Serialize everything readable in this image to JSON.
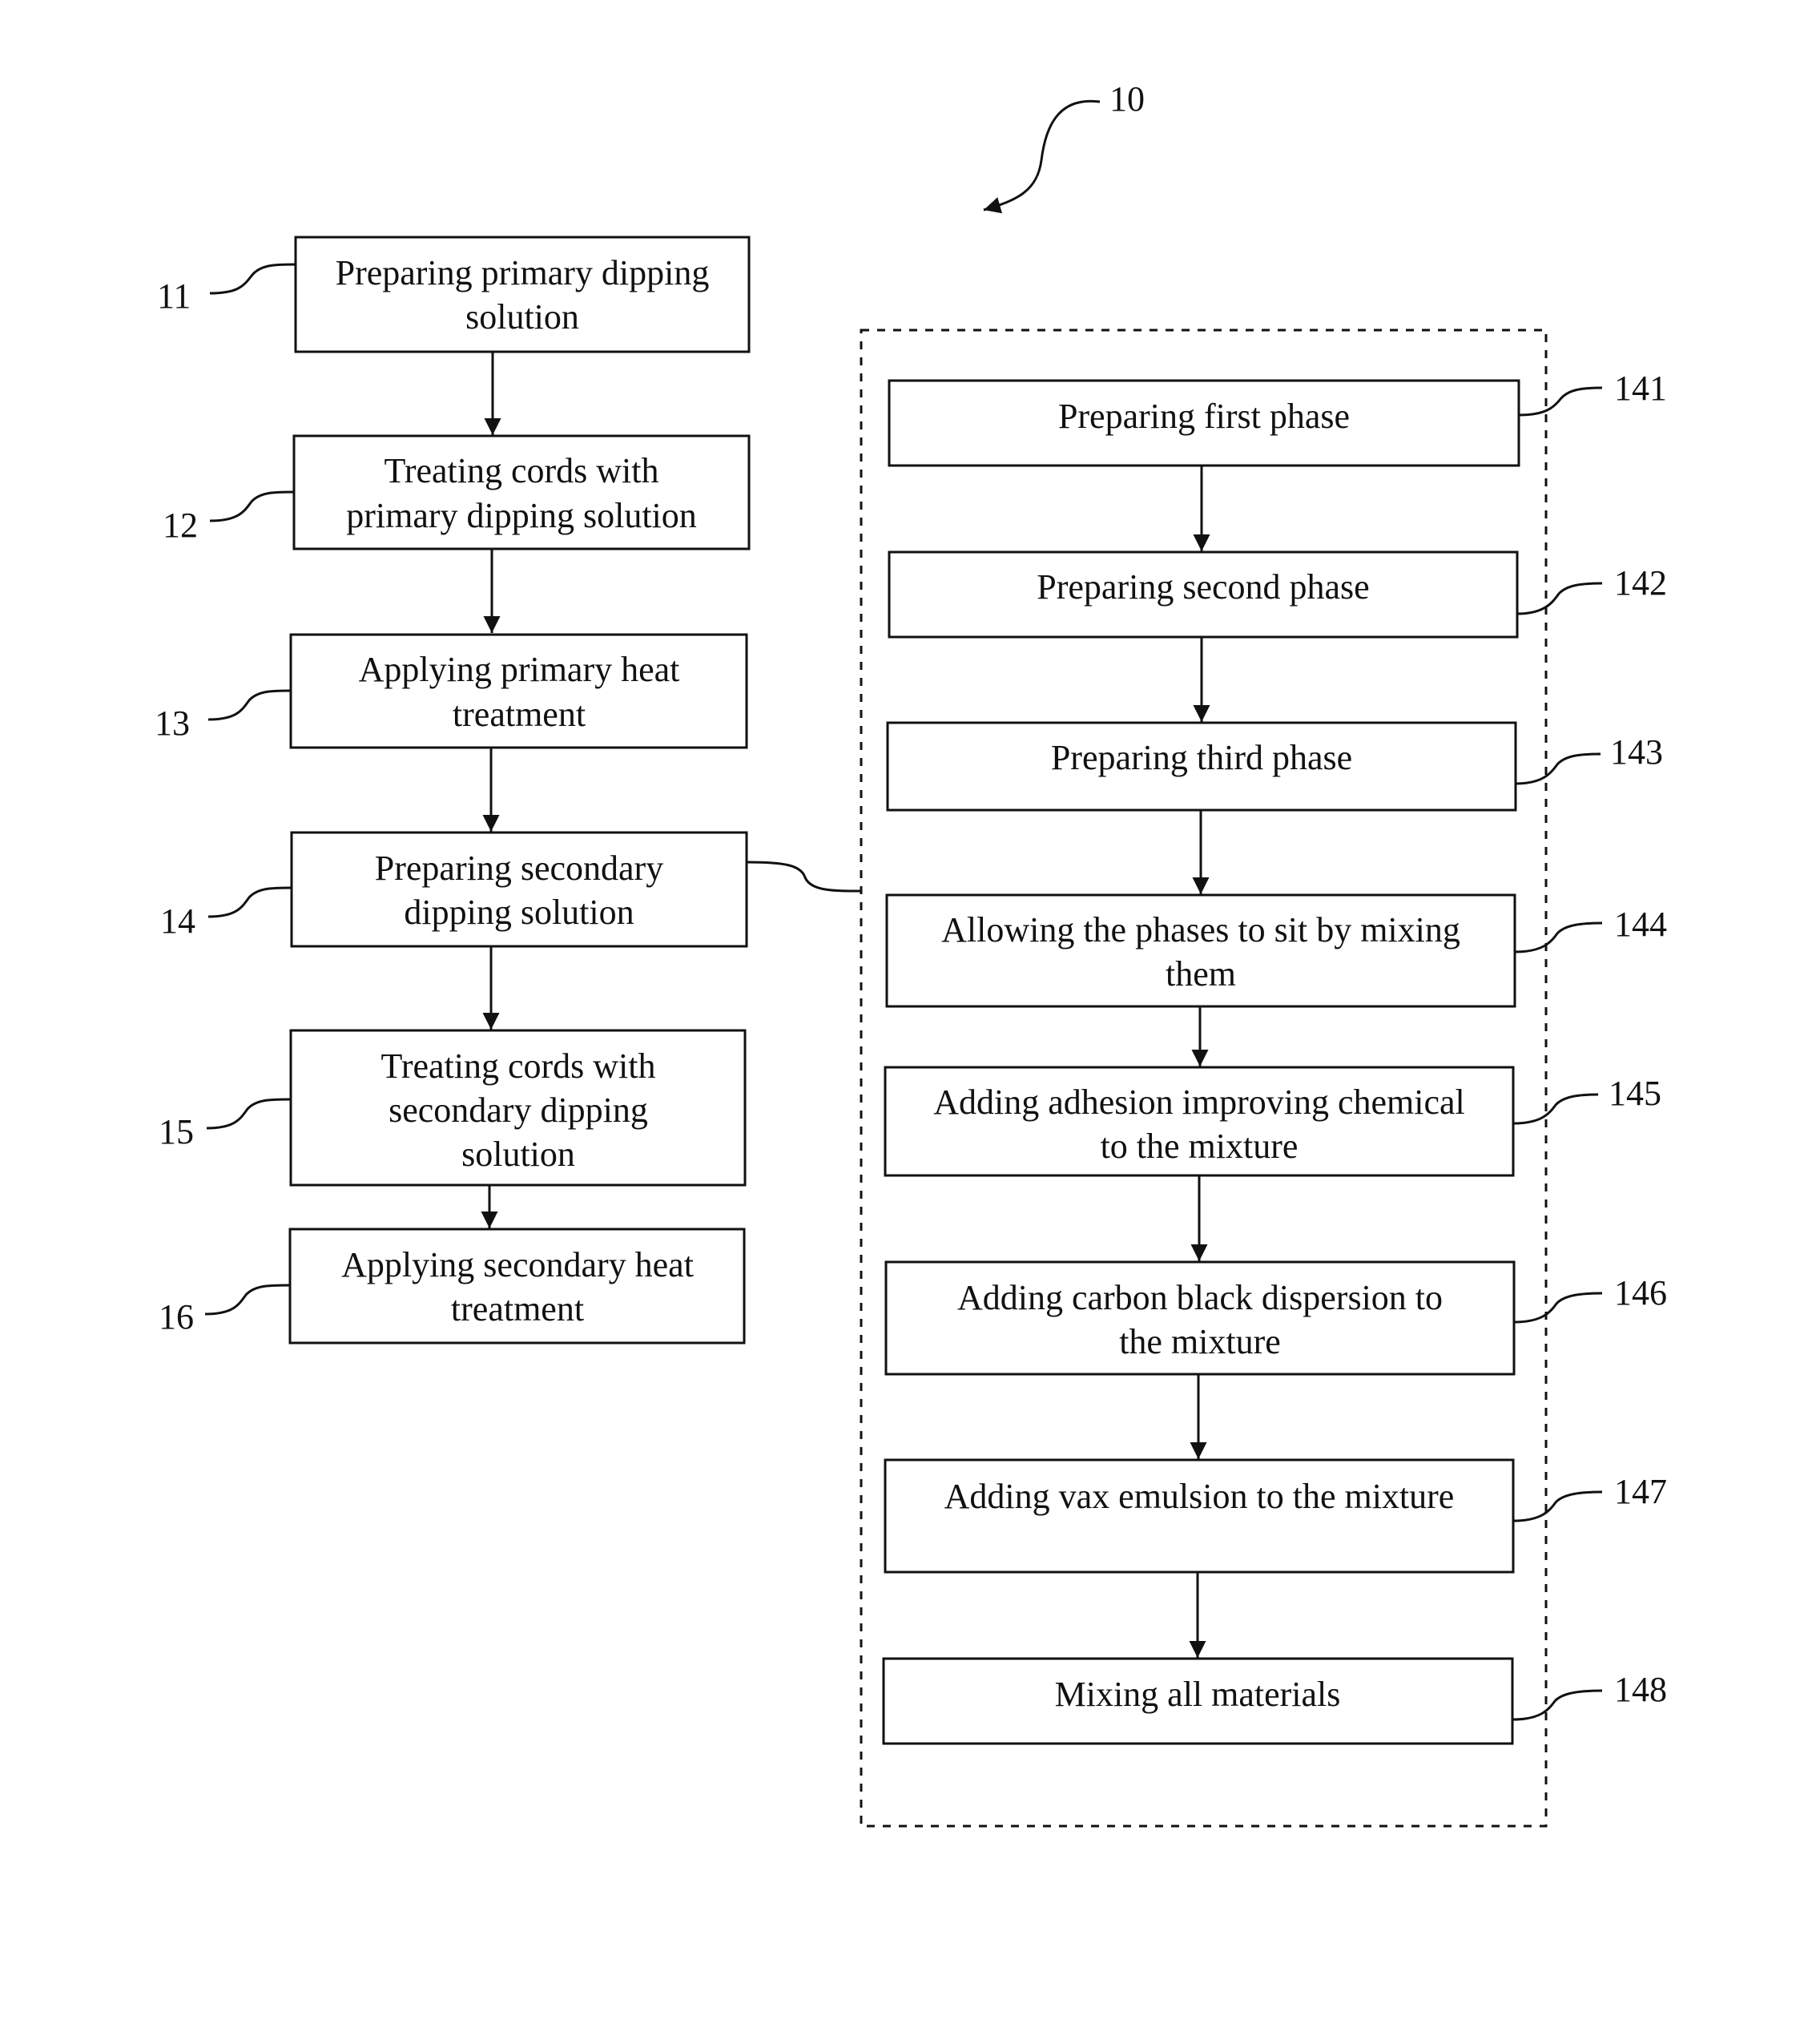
{
  "figure_ref": "10",
  "left_steps": [
    {
      "ref": "11",
      "lines": [
        "Preparing primary dipping",
        "solution"
      ]
    },
    {
      "ref": "12",
      "lines": [
        "Treating cords with",
        "primary dipping solution"
      ]
    },
    {
      "ref": "13",
      "lines": [
        "Applying primary heat",
        "treatment"
      ]
    },
    {
      "ref": "14",
      "lines": [
        "Preparing secondary",
        "dipping solution"
      ]
    },
    {
      "ref": "15",
      "lines": [
        "Treating cords with",
        "secondary dipping",
        "solution"
      ]
    },
    {
      "ref": "16",
      "lines": [
        "Applying secondary heat",
        "treatment"
      ]
    }
  ],
  "right_steps": [
    {
      "ref": "141",
      "lines": [
        "Preparing first phase"
      ]
    },
    {
      "ref": "142",
      "lines": [
        "Preparing second phase"
      ]
    },
    {
      "ref": "143",
      "lines": [
        "Preparing third phase"
      ]
    },
    {
      "ref": "144",
      "lines": [
        "Allowing the phases to sit by mixing",
        "them"
      ]
    },
    {
      "ref": "145",
      "lines": [
        "Adding adhesion improving chemical",
        "to the mixture"
      ]
    },
    {
      "ref": "146",
      "lines": [
        "Adding carbon black dispersion to",
        "the mixture"
      ]
    },
    {
      "ref": "147",
      "lines": [
        "Adding vax emulsion to the mixture"
      ]
    },
    {
      "ref": "148",
      "lines": [
        "Mixing all materials"
      ]
    }
  ]
}
